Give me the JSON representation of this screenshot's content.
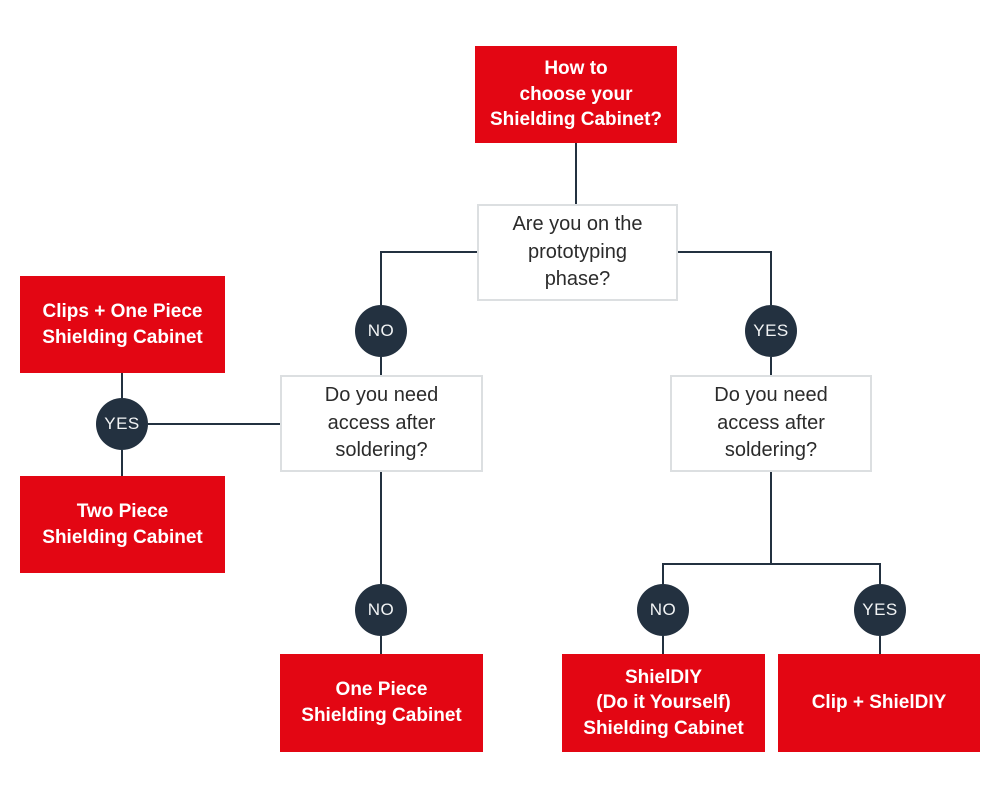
{
  "palette": {
    "accent_red": "#e30613",
    "dark_navy": "#233140",
    "question_border": "#dcdfe1",
    "question_text": "#2b2b2b",
    "result_text": "#ffffff"
  },
  "flowchart": {
    "title": "How to\nchoose your\nShielding Cabinet?",
    "questions": {
      "prototyping": "Are you on the\nprototyping\nphase?",
      "access_left": "Do you need\naccess after\nsoldering?",
      "access_right": "Do you need\naccess after\nsoldering?"
    },
    "answers": {
      "yes": "YES",
      "no": "NO"
    },
    "results": {
      "clips_one_piece": "Clips + One Piece\nShielding Cabinet",
      "two_piece": "Two Piece\nShielding Cabinet",
      "one_piece": "One Piece\nShielding Cabinet",
      "shieldiy": "ShielDIY\n(Do it Yourself)\nShielding Cabinet",
      "clip_shieldiy": "Clip + ShielDIY"
    }
  }
}
